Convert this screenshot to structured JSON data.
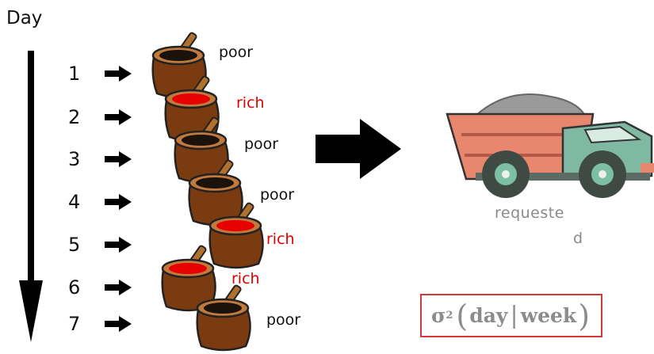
{
  "title": "Day",
  "days": [
    {
      "num": "1",
      "grade": "poor",
      "kind": "poor"
    },
    {
      "num": "2",
      "grade": "rich",
      "kind": "rich"
    },
    {
      "num": "3",
      "grade": "poor",
      "kind": "poor"
    },
    {
      "num": "4",
      "grade": "poor",
      "kind": "poor"
    },
    {
      "num": "5",
      "grade": "rich",
      "kind": "rich"
    },
    {
      "num": "6",
      "grade": "rich",
      "kind": "rich"
    },
    {
      "num": "7",
      "grade": "poor",
      "kind": "poor"
    }
  ],
  "truck": {
    "label_line1": "requeste",
    "label_line2": "d"
  },
  "formula": {
    "sigma": "σ",
    "power": "2",
    "left_paren": "(",
    "given": "day",
    "bar": "|",
    "condition": "week",
    "right_paren": ")"
  },
  "colors": {
    "rich": "#e00000",
    "poor": "#111111",
    "sack": "#7a3b10",
    "box_border": "#d23a3a",
    "truck_body": "#e8866e"
  },
  "icons": {
    "timeline": "down-arrow-icon",
    "day_arrow": "right-arrow-icon",
    "sack": "ore-sack-icon",
    "flow": "big-right-arrow-icon",
    "truck": "dump-truck-icon"
  }
}
